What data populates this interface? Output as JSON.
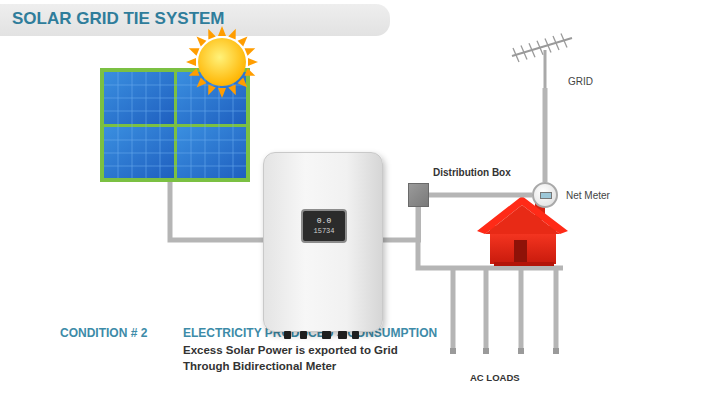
{
  "diagram": {
    "title": "SOLAR GRID TIE SYSTEM",
    "nodes": [
      {
        "text": [
          "0.0",
          "15734"
        ]
      },
      {
        "text": [
          "Distribution Box"
        ]
      },
      {
        "text": [
          "Net Meter"
        ]
      },
      {
        "text": [
          "GRID"
        ]
      }
    ],
    "edges": [
      {
        "from": 0,
        "to": 1,
        "arrow": "none"
      },
      {
        "from": 1,
        "to": 2,
        "arrow": "none"
      },
      {
        "from": 2,
        "to": 3,
        "arrow": "none"
      }
    ],
    "labels": [
      "CONDITION # 2",
      "ELECTRICITY PRODUCED > CONSUMPTION",
      "Excess Solar Power is exported to Grid Through Bidirectional Meter",
      "AC LOADS"
    ]
  }
}
